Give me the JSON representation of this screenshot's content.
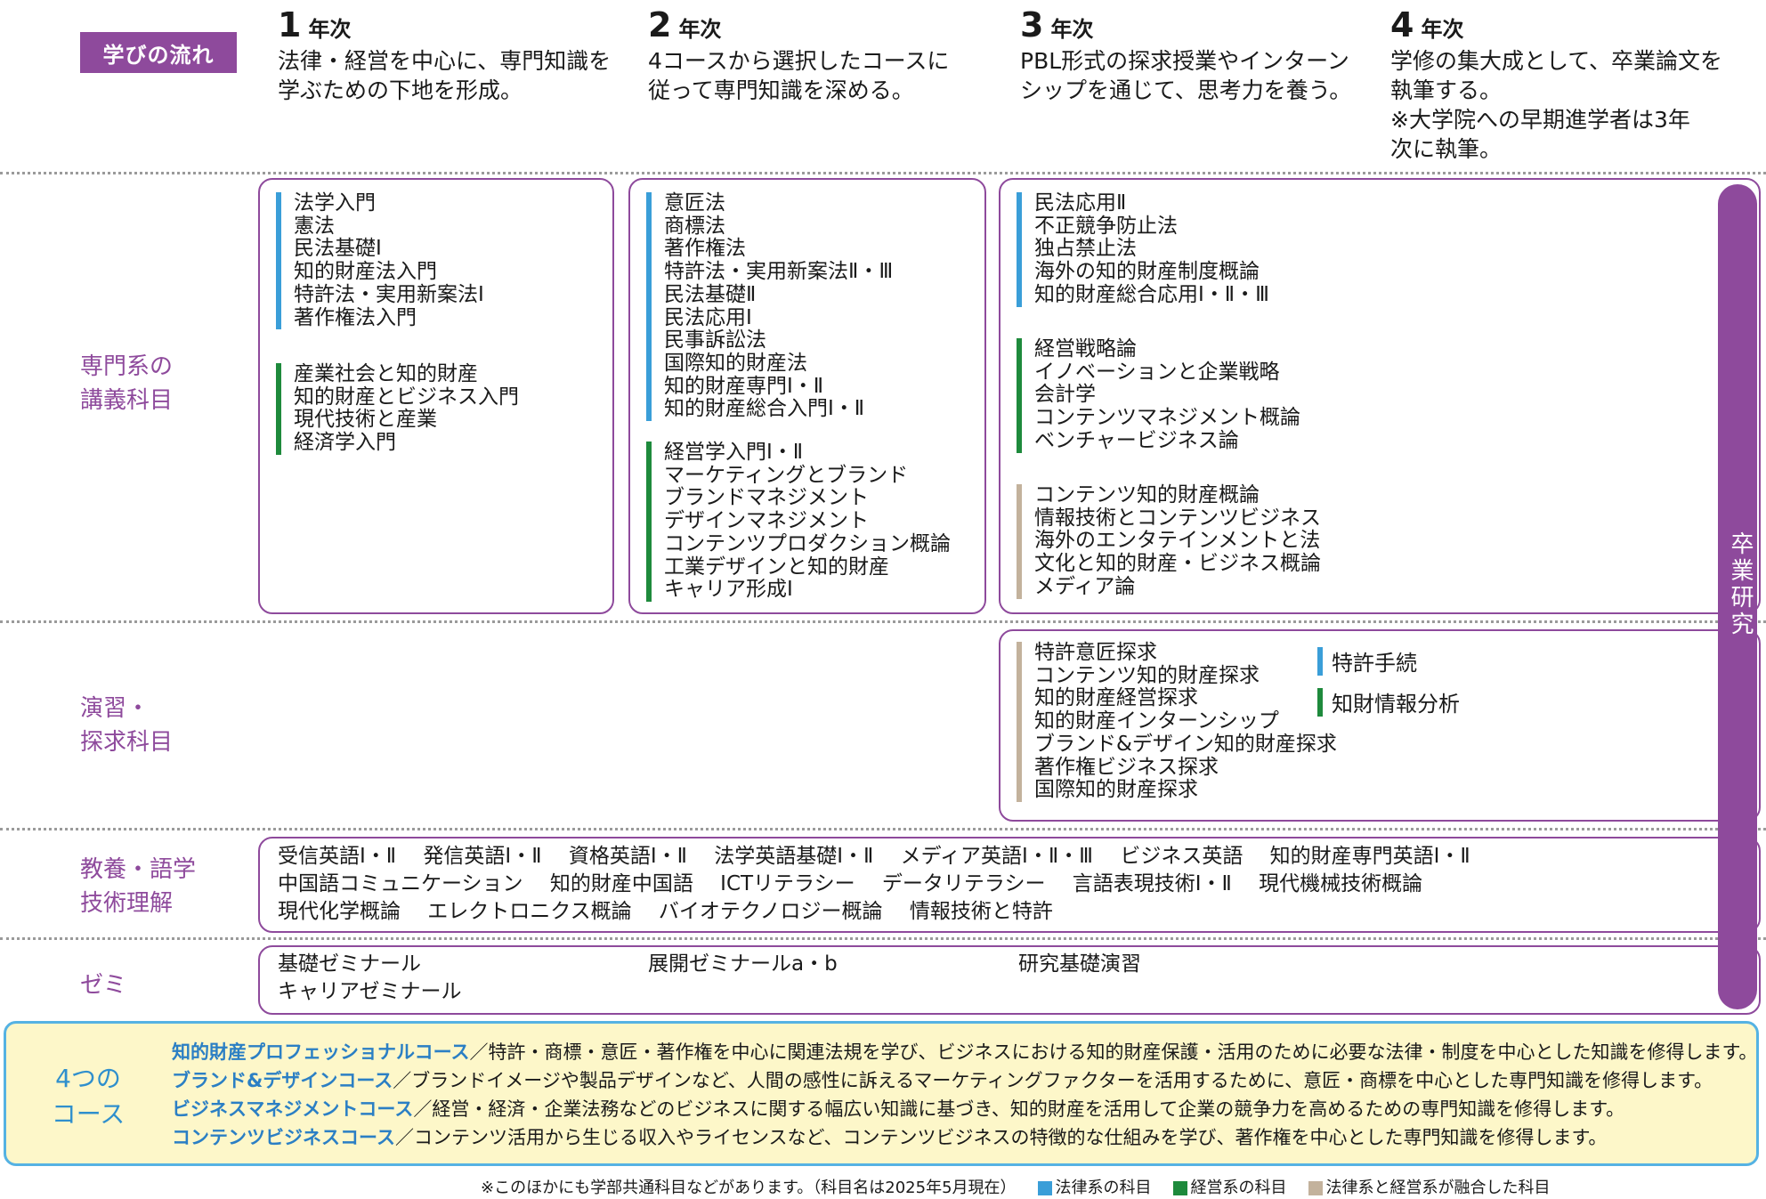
{
  "header": {
    "flow_label": "学びの流れ",
    "years": [
      {
        "num": "1",
        "unit": "年次",
        "desc": "法律・経営を中心に、専門知識を\n学ぶための下地を形成。"
      },
      {
        "num": "2",
        "unit": "年次",
        "desc": "4コースから選択したコースに\n従って専門知識を深める。"
      },
      {
        "num": "3",
        "unit": "年次",
        "desc": "PBL形式の探求授業やインターン\nシップを通じて、思考力を養う。"
      },
      {
        "num": "4",
        "unit": "年次",
        "desc": "学修の集大成として、卒業論文を\n執筆する。\n※大学院への早期進学者は3年\n次に執筆。"
      }
    ]
  },
  "rows": {
    "lecture": "専門系の\n講義科目",
    "practice": "演習・\n探求科目",
    "liberal": "教養・語学\n技術理解",
    "seminar": "ゼミ"
  },
  "year1": {
    "law": [
      "法学入門",
      "憲法",
      "民法基礎Ⅰ",
      "知的財産法入門",
      "特許法・実用新案法Ⅰ",
      "著作権法入門"
    ],
    "biz": [
      "産業社会と知的財産",
      "知的財産とビジネス入門",
      "現代技術と産業",
      "経済学入門"
    ]
  },
  "year2": {
    "law": [
      "意匠法",
      "商標法",
      "著作権法",
      "特許法・実用新案法Ⅱ・Ⅲ",
      "民法基礎Ⅱ",
      "民法応用Ⅰ",
      "民事訴訟法",
      "国際知的財産法",
      "知的財産専門Ⅰ・Ⅱ",
      "知的財産総合入門Ⅰ・Ⅱ"
    ],
    "biz": [
      "経営学入門Ⅰ・Ⅱ",
      "マーケティングとブランド",
      "ブランドマネジメント",
      "デザインマネジメント",
      "コンテンツプロダクション概論",
      "工業デザインと知的財産",
      "キャリア形成Ⅰ"
    ]
  },
  "year34": {
    "law": [
      "民法応用Ⅱ",
      "不正競争防止法",
      "独占禁止法",
      "海外の知的財産制度概論",
      "知的財産総合応用Ⅰ・Ⅱ・Ⅲ"
    ],
    "biz": [
      "経営戦略論",
      "イノベーションと企業戦略",
      "会計学",
      "コンテンツマネジメント概論",
      "ベンチャービジネス論"
    ],
    "mix": [
      "コンテンツ知的財産概論",
      "情報技術とコンテンツビジネス",
      "海外のエンタテインメントと法",
      "文化と知的財産・ビジネス概論",
      "メディア論"
    ]
  },
  "practice": {
    "mix": [
      "特許意匠探求",
      "コンテンツ知的財産探求",
      "知的財産経営探求",
      "知的財産インターンシップ",
      "ブランド&デザイン知的財産探求",
      "著作権ビジネス探求",
      "国際知的財産探求"
    ],
    "law_item": "特許手続",
    "biz_item": "知財情報分析"
  },
  "liberal": {
    "lines": [
      "受信英語Ⅰ・Ⅱ　 発信英語Ⅰ・Ⅱ　 資格英語Ⅰ・Ⅱ　 法学英語基礎Ⅰ・Ⅱ　 メディア英語Ⅰ・Ⅱ・Ⅲ　 ビジネス英語　 知的財産専門英語Ⅰ・Ⅱ",
      "中国語コミュニケーション　 知的財産中国語　 ICTリテラシー　 データリテラシー　 言語表現技術Ⅰ・Ⅱ　 現代機械技術概論",
      "現代化学概論　 エレクトロニクス概論　 バイオテクノロジー概論　 情報技術と特許"
    ]
  },
  "seminar": {
    "y1": "基礎ゼミナール\nキャリアゼミナール",
    "y2": "展開ゼミナールa・b",
    "y3": "研究基礎演習"
  },
  "thesis": "卒業研究",
  "courses": {
    "label": "4つの\nコース",
    "items": [
      {
        "name": "知的財産プロフェッショナルコース",
        "desc": "／特許・商標・意匠・著作権を中心に関連法規を学び、ビジネスにおける知的財産保護・活用のために必要な法律・制度を中心とした知識を修得します。"
      },
      {
        "name": "ブランド&デザインコース",
        "desc": "／ブランドイメージや製品デザインなど、人間の感性に訴えるマーケティングファクターを活用するために、意匠・商標を中心とした専門知識を修得します。"
      },
      {
        "name": "ビジネスマネジメントコース",
        "desc": "／経営・経済・企業法務などのビジネスに関する幅広い知識に基づき、知的財産を活用して企業の競争力を高めるための専門知識を修得します。"
      },
      {
        "name": "コンテンツビジネスコース",
        "desc": "／コンテンツ活用から生じる収入やライセンスなど、コンテンツビジネスの特徴的な仕組みを学び、著作権を中心とした専門知識を修得します。"
      }
    ]
  },
  "footer": {
    "note": "※このほかにも学部共通科目などがあります。（科目名は2025年5月現在）",
    "legend_law": "法律系の科目",
    "legend_biz": "経営系の科目",
    "legend_mix": "法律系と経営系が融合した科目"
  },
  "colors": {
    "accent": "#8e4a9c",
    "law": "#3a9ed8",
    "business": "#1e8a3c",
    "mixed": "#c3b29c",
    "course_bg": "#fdf7c9",
    "course_border": "#55b2e3"
  }
}
